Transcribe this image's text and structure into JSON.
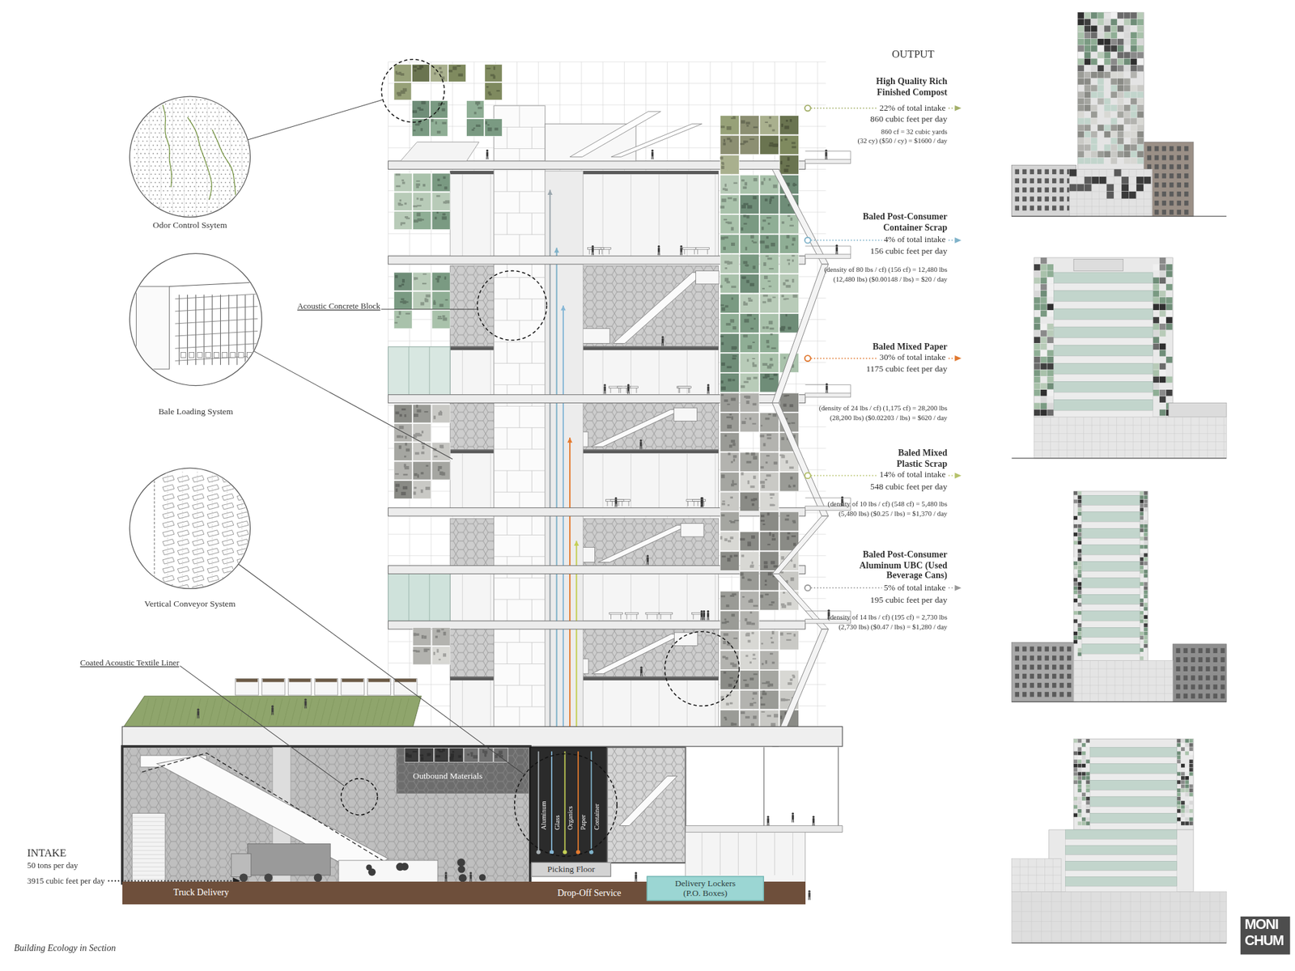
{
  "diagram": {
    "caption": "Building Ecology in Section",
    "nodes": [
      {
        "text": [
          "Odor Control Ssytem"
        ]
      },
      {
        "text": [
          "Bale Loading System"
        ]
      },
      {
        "text": [
          "Vertical Conveyor System"
        ]
      },
      {
        "text": [
          "Truck Delivery",
          "Drop-Off Service"
        ]
      },
      {
        "text": [
          "Picking Floor"
        ]
      },
      {
        "text": [
          "Delivery Lockers (P.O. Boxes)"
        ]
      }
    ],
    "labels": [
      "OUTPUT",
      "High Quality Rich Finished Compost",
      "22% of total intake",
      "860 cubic feet per day",
      "860 cf = 32 cubic yards",
      "(32 cy) ($50 / cy) = $1600 / day",
      "Baled Post-Consumer Container Scrap",
      "4% of total intake",
      "156 cubic feet per day",
      "(density of 80 lbs / cf) (156 cf) = 12,480 lbs",
      "(12,480 lbs) ($0.00148 / lbs) = $20 / day",
      "Baled Mixed Paper",
      "30% of total intake",
      "1175 cubic feet per day",
      "(density of 24 lbs / cf) (1,175 cf) = 28,200 lbs",
      "(28,200 lbs) ($0.02203 / lbs) = $620 / day",
      "Baled Mixed Plastic Scrap",
      "14% of total intake",
      "548 cubic feet per day",
      "(density of 10 lbs / cf) (548 cf) = 5,480 lbs",
      "(5,480 lbs) ($0.25 / lbs) = $1,370 / day",
      "Baled Post-Consumer Aluminum UBC (Used Beverage Cans)",
      "5% of total intake",
      "195 cubic feet per day",
      "(density of 14 lbs / cf) (195 cf) = 2,730 lbs",
      "(2,730 lbs) ($0.47 / lbs) = $1,280 / day",
      "Acoustic Concrete Block",
      "Coated Acoustic Textile Liner",
      "INTAKE",
      "50 tons per day",
      "3915 cubic feet per day",
      "Outbound Materials",
      "Aluminum",
      "Glass",
      "Organics",
      "Paper",
      "Container",
      "MONI",
      "CHUM"
    ]
  }
}
